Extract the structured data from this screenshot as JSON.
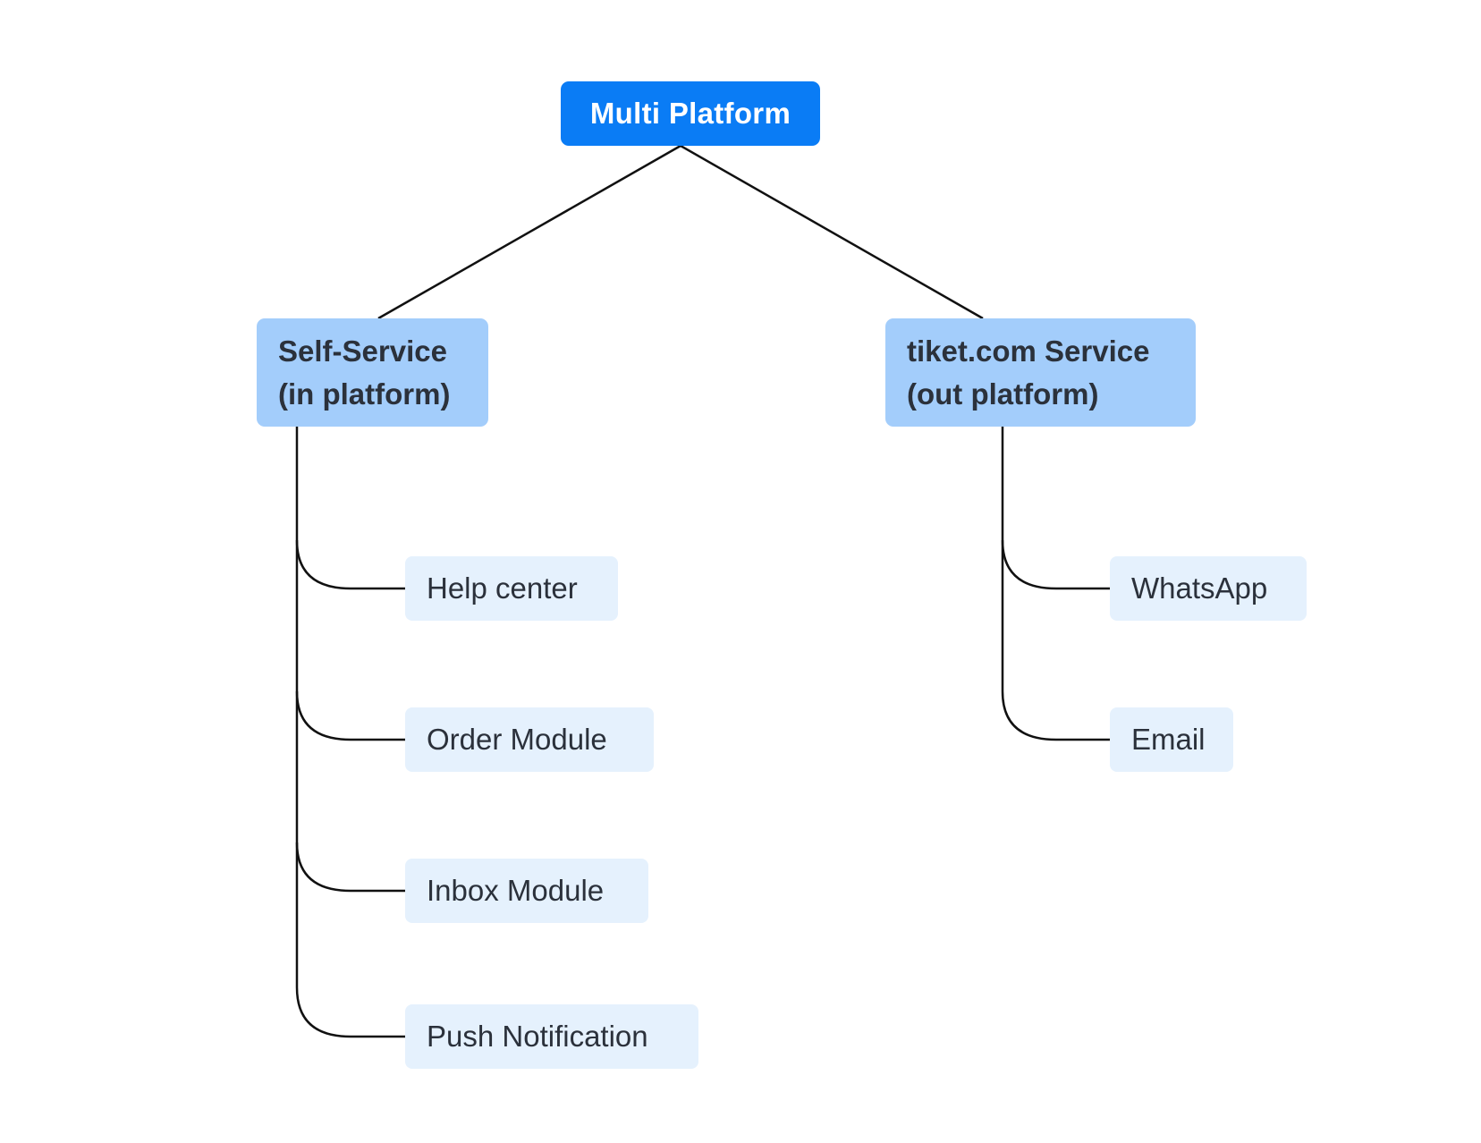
{
  "colors": {
    "root_fill": "#0a7cf5",
    "branch_fill": "#a3cdfb",
    "leaf_fill": "#e5f1fd",
    "text_dark": "#2b313b",
    "text_light": "#ffffff",
    "line": "#111111"
  },
  "root": {
    "label": "Multi Platform"
  },
  "branches": [
    {
      "line1": "Self-Service",
      "line2": "(in platform)",
      "children": [
        "Help center",
        "Order Module",
        "Inbox Module",
        "Push Notification"
      ]
    },
    {
      "line1": "tiket.com Service",
      "line2": "(out platform)",
      "children": [
        "WhatsApp",
        "Email"
      ]
    }
  ]
}
